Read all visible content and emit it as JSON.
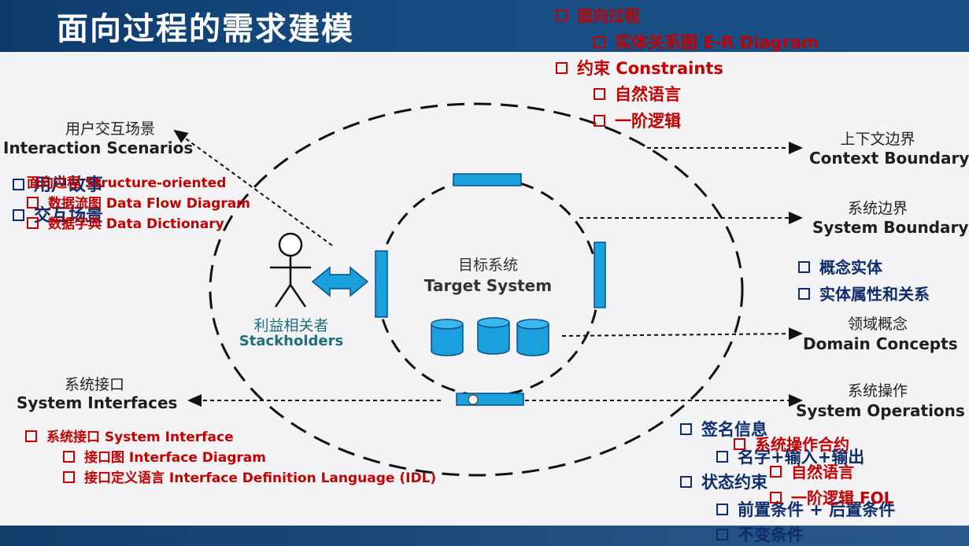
{
  "title": "面向过程的需求建模",
  "top_list": [
    {
      "text": "面向过程",
      "level": 0
    },
    {
      "text": "实体关系图 E-R Diagram",
      "level": 1
    },
    {
      "text": "约束 Constraints",
      "level": 0
    },
    {
      "text": "自然语言",
      "level": 1
    },
    {
      "text": "一阶逻辑",
      "level": 1
    }
  ],
  "interaction": {
    "cn": "用户交互场景",
    "en": "Interaction Scenarios",
    "blue_items": [
      "用户故事",
      "交互场景"
    ],
    "red_items": [
      "面向过程 Structure-oriented",
      "数据流图 Data Flow Diagram",
      "数据字典 Data Dictionary"
    ]
  },
  "center": {
    "cn": "目标系统",
    "en": "Target System"
  },
  "stakeholders": {
    "cn": "利益相关者",
    "en": "Stackholders"
  },
  "context_boundary": {
    "cn": "上下文边界",
    "en": "Context Boundary"
  },
  "system_boundary": {
    "cn": "系统边界",
    "en": "System Boundary",
    "items": [
      "概念实体",
      "实体属性和关系"
    ]
  },
  "domain_concepts": {
    "cn": "领域概念",
    "en": "Domain Concepts"
  },
  "system_interfaces": {
    "cn": "系统接口",
    "en": "System Interfaces",
    "items": [
      {
        "text": "系统接口 System Interface",
        "level": 0
      },
      {
        "text": "接口图 Interface Diagram",
        "level": 1
      },
      {
        "text": "接口定义语言 Interface Definition Language (IDL)",
        "level": 1
      }
    ]
  },
  "system_operations": {
    "cn": "系统操作",
    "en": "System Operations",
    "blue_items": [
      {
        "text": "签名信息",
        "level": 0
      },
      {
        "text": "名字+输入+输出",
        "level": 1
      },
      {
        "text": "状态约束",
        "level": 0
      },
      {
        "text": "前置条件 + 后置条件",
        "level": 1
      },
      {
        "text": "不变条件",
        "level": 1
      }
    ],
    "red_items": [
      {
        "text": "系统操作合约",
        "level": 0
      },
      {
        "text": "自然语言",
        "level": 1
      },
      {
        "text": "一阶逻辑 FOL",
        "level": 1
      }
    ]
  },
  "colors": {
    "header": "#174d83",
    "red": "#c00000",
    "blue": "#0f2d6b",
    "component": "#1aa0dc"
  }
}
